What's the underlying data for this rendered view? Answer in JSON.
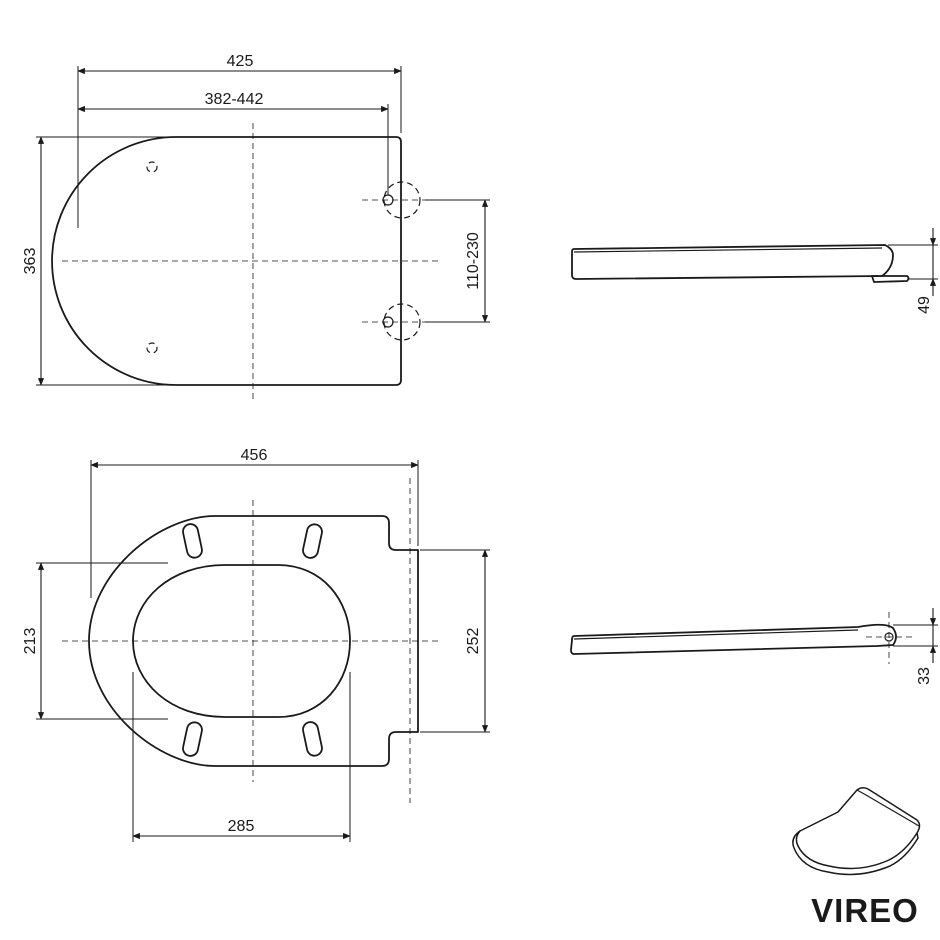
{
  "brand": {
    "name": "VIREO"
  },
  "top_view": {
    "overall_width": "425",
    "hinge_span": "382-442",
    "depth": "363",
    "fixing_hole_distance": "110-230"
  },
  "bottom_view": {
    "overall_width": "456",
    "opening_width": "285",
    "opening_depth": "213",
    "mounting_width": "252"
  },
  "side_view_closed": {
    "height": "49"
  },
  "side_view_open": {
    "height": "33"
  },
  "icons": {
    "product": "toilet-seat-3d-icon"
  }
}
